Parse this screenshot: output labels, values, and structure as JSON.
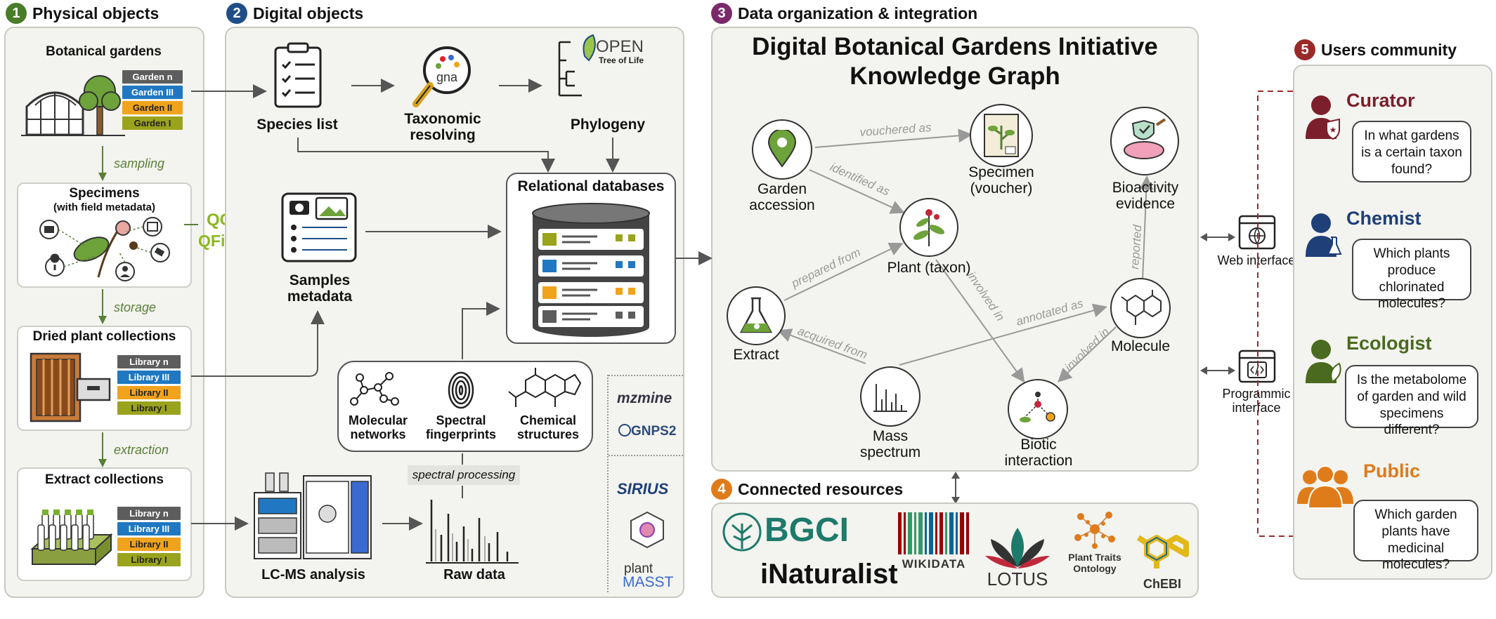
{
  "sections": {
    "s1": {
      "num": "1",
      "title": "Physical objects",
      "color": "#4a7c2a"
    },
    "s2": {
      "num": "2",
      "title": "Digital objects",
      "color": "#1f4e86"
    },
    "s3": {
      "num": "3",
      "title": "Data organization & integration",
      "color": "#7a2a6a"
    },
    "s4": {
      "num": "4",
      "title": "Connected resources",
      "color": "#e07b1a"
    },
    "s5": {
      "num": "5",
      "title": "Users community",
      "color": "#9a2a2a"
    }
  },
  "physical": {
    "gardens": {
      "title": "Botanical gardens",
      "tags": [
        "Garden n",
        "Garden III",
        "Garden II",
        "Garden I"
      ]
    },
    "sampling": "sampling",
    "specimens": {
      "title": "Specimens",
      "subtitle": "(with field metadata)"
    },
    "storage": "storage",
    "dried": {
      "title": "Dried plant collections",
      "tags": [
        "Library n",
        "Library III",
        "Library II",
        "Library I"
      ]
    },
    "extraction": "extraction",
    "extracts": {
      "title": "Extract collections",
      "tags": [
        "Library n",
        "Library III",
        "Library II",
        "Library I"
      ]
    },
    "qgis": "QGIS",
    "qfield": "QField"
  },
  "digital": {
    "species_list": "Species list",
    "taxonomic": "Taxonomic resolving",
    "gna": "gna",
    "phylogeny": "Phylogeny",
    "otol_open": "OPEN",
    "otol_tree": "Tree of Life",
    "samples_metadata": "Samples metadata",
    "relational_db": "Relational databases",
    "molecular_networks": "Molecular networks",
    "spectral_fingerprints": "Spectral fingerprints",
    "chemical_structures": "Chemical structures",
    "spectral_processing": "spectral processing",
    "lcms": "LC-MS analysis",
    "raw_data": "Raw data",
    "tools": {
      "mzmine": "mzmine",
      "gnps": "GNPS2",
      "sirius": "SIRIUS",
      "plantmasst_a": "plant",
      "plantmasst_b": "MASST"
    }
  },
  "kg": {
    "title_line1": "Digital Botanical Gardens Initiative",
    "title_line2": "Knowledge Graph",
    "nodes": {
      "garden_accession": "Garden accession",
      "specimen": "Specimen (voucher)",
      "bioactivity": "Bioactivity evidence",
      "plant": "Plant (taxon)",
      "extract": "Extract",
      "molecule": "Molecule",
      "mass_spectrum": "Mass spectrum",
      "biotic": "Biotic interaction"
    },
    "edges": {
      "vouchered_as": "vouchered as",
      "identified_as": "identified as",
      "prepared_from": "prepared from",
      "involved_in_1": "involved in",
      "reported": "reported",
      "annotated_as": "annotated as",
      "acquired_from": "acquired from",
      "involved_in_2": "involved in"
    }
  },
  "resources": {
    "bgci": "BGCI",
    "inaturalist": "iNaturalist",
    "wikidata": "WIKIDATA",
    "lotus": "LOTUS",
    "pto_1": "Plant Traits",
    "pto_2": "Ontology",
    "chebi": "ChEBI"
  },
  "interfaces": {
    "web": "Web interface",
    "programmatic": "Programmic interface"
  },
  "users": {
    "curator": {
      "role": "Curator",
      "question": "In what gardens is a certain taxon found?",
      "color": "#7a1f2b"
    },
    "chemist": {
      "role": "Chemist",
      "question": "Which plants produce chlorinated molecules?",
      "color": "#1f3f78"
    },
    "ecologist": {
      "role": "Ecologist",
      "question": "Is the metabolome of garden and wild specimens different?",
      "color": "#4a6a1f"
    },
    "public": {
      "role": "Public",
      "question": "Which garden plants have medicinal molecules?",
      "color": "#e07b1a"
    }
  }
}
